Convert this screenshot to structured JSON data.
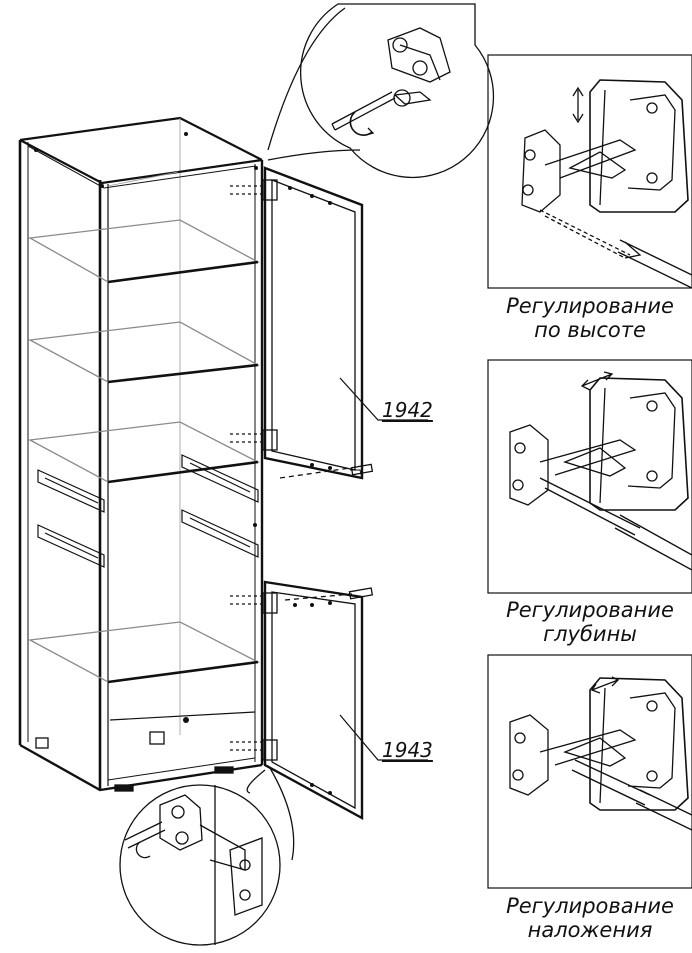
{
  "part_labels": {
    "upper_door": "1942",
    "lower_door": "1943"
  },
  "panels": [
    {
      "line1": "Регулирование",
      "line2": "по высоте"
    },
    {
      "line1": "Регулирование",
      "line2": "глубины"
    },
    {
      "line1": "Регулирование",
      "line2": "наложения"
    }
  ],
  "colors": {
    "ink": "#111111",
    "shelf": "#9a9a9a",
    "background": "#ffffff"
  }
}
